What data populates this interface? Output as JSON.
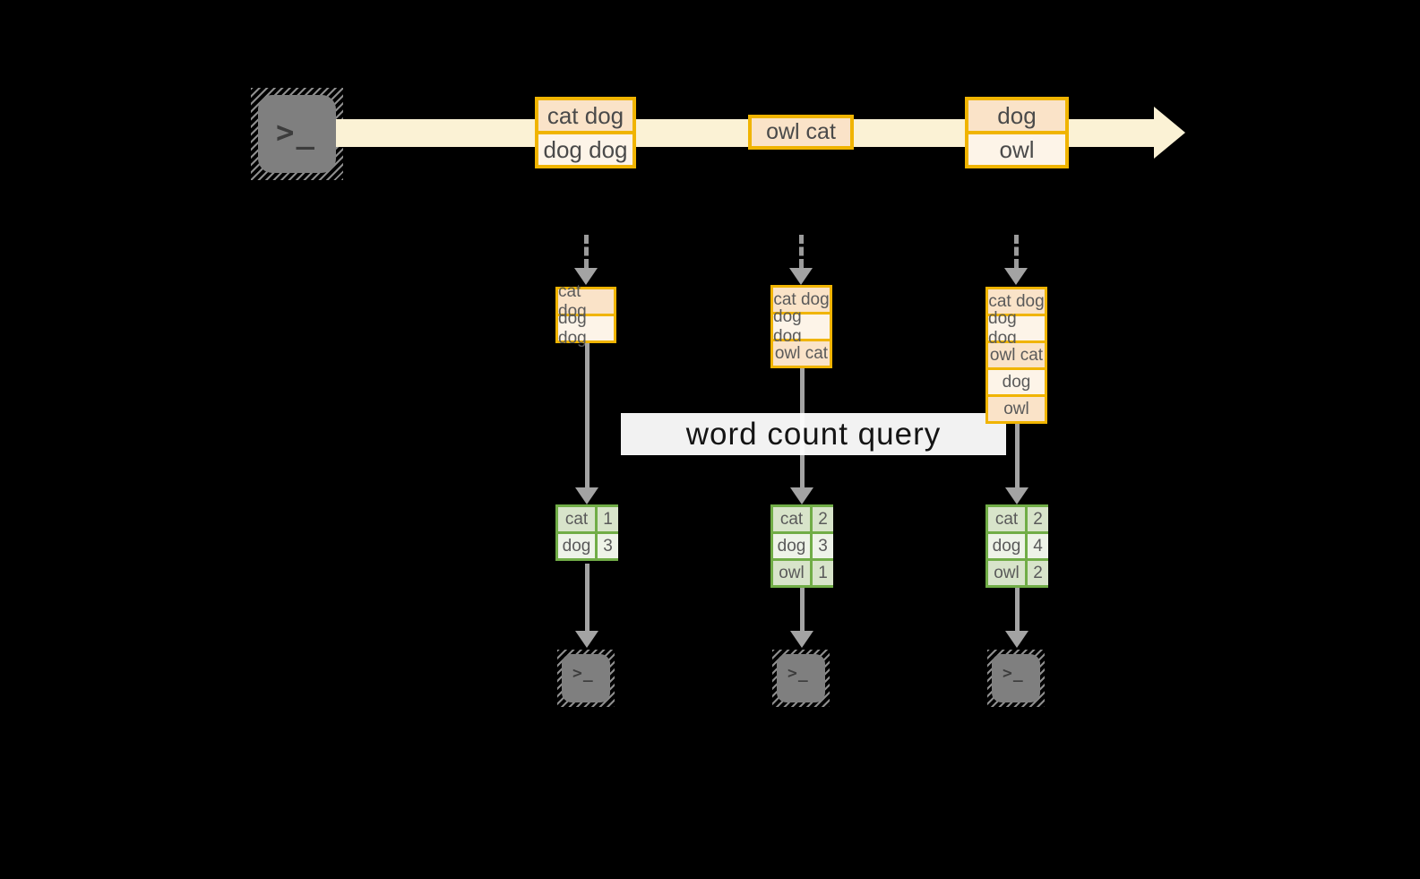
{
  "colors": {
    "background": "#000000",
    "stream_band": "#fbf2d5",
    "box_border_gold": "#f0b400",
    "box_fill_dark": "#fae3c8",
    "box_fill_light": "#fdf4e8",
    "table_border_green": "#71ad47",
    "cell_fill_dark": "#d8e4ca",
    "cell_fill_light": "#eef3e8",
    "arrow_gray": "#a3a3a3",
    "terminal_gray": "#7f7f7f",
    "banner_bg": "#ffffff",
    "banner_text": "#141414"
  },
  "icons": {
    "prompt_chevron": ">",
    "prompt_cursor": "_"
  },
  "stream": {
    "batches": [
      {
        "items": [
          "cat dog",
          "dog dog"
        ]
      },
      {
        "items": [
          "owl cat"
        ]
      },
      {
        "items": [
          "dog",
          "owl"
        ]
      }
    ]
  },
  "query_banner": {
    "label": "word count query"
  },
  "columns": [
    {
      "state_items": [
        "cat dog",
        "dog dog"
      ],
      "counts": [
        {
          "word": "cat",
          "count": "1"
        },
        {
          "word": "dog",
          "count": "3"
        }
      ]
    },
    {
      "state_items": [
        "cat dog",
        "dog dog",
        "owl cat"
      ],
      "counts": [
        {
          "word": "cat",
          "count": "2"
        },
        {
          "word": "dog",
          "count": "3"
        },
        {
          "word": "owl",
          "count": "1"
        }
      ]
    },
    {
      "state_items": [
        "cat dog",
        "dog dog",
        "owl cat",
        "dog",
        "owl"
      ],
      "counts": [
        {
          "word": "cat",
          "count": "2"
        },
        {
          "word": "dog",
          "count": "4"
        },
        {
          "word": "owl",
          "count": "2"
        }
      ]
    }
  ]
}
